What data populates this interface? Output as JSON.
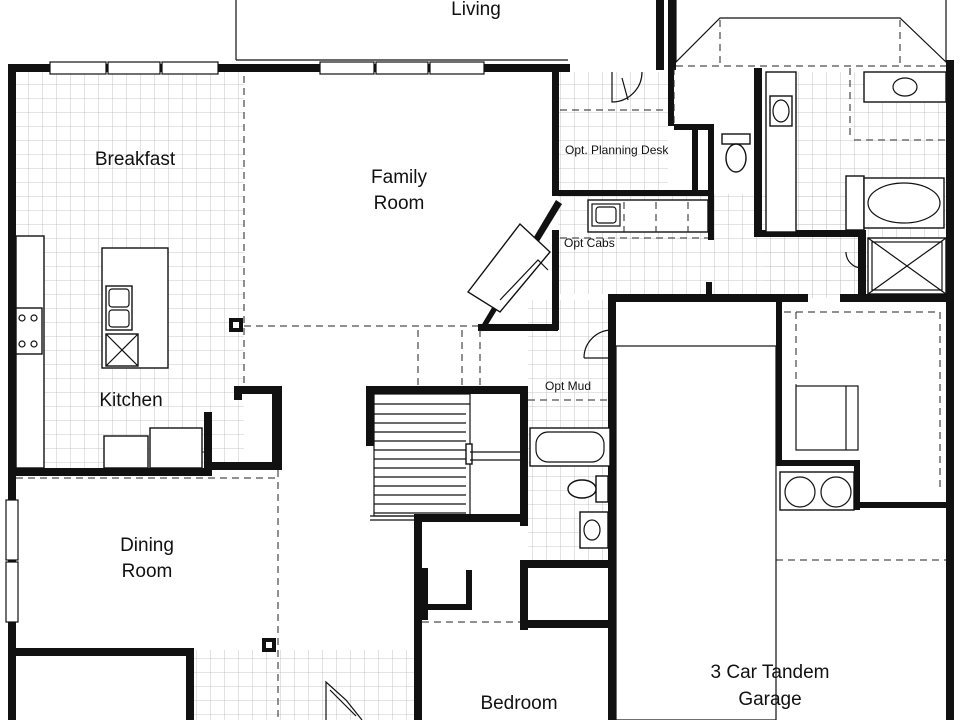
{
  "plan": {
    "rooms": {
      "living": "Living",
      "breakfast": "Breakfast",
      "family_line1": "Family",
      "family_line2": "Room",
      "kitchen": "Kitchen",
      "dining_line1": "Dining",
      "dining_line2": "Room",
      "bedroom": "Bedroom",
      "garage_line1": "3 Car Tandem",
      "garage_line2": "Garage"
    },
    "options": {
      "planning_desk": "Opt. Planning Desk",
      "cabs": "Opt Cabs",
      "mud": "Opt Mud"
    },
    "colors": {
      "wall": "#111111",
      "tile_grid": "#b8b8b8",
      "background": "#ffffff"
    }
  }
}
